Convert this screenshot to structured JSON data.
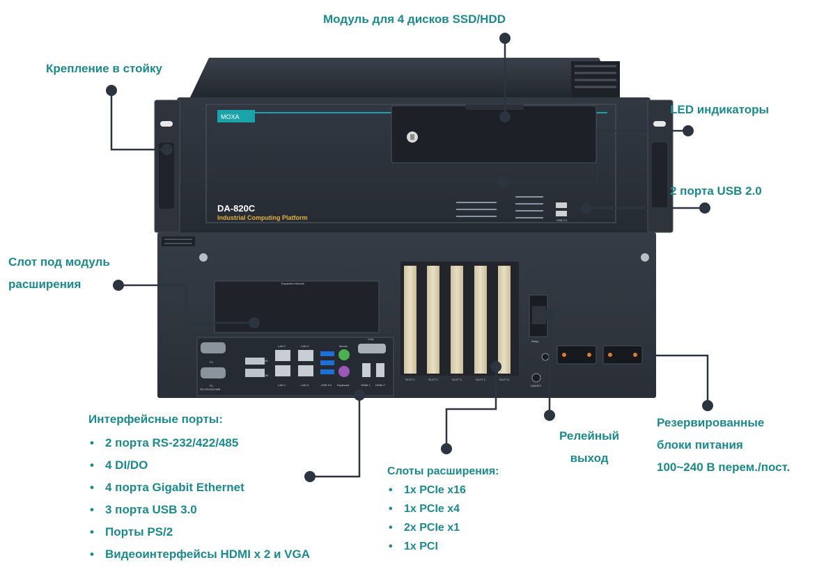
{
  "callouts": {
    "ssd_module": "Модуль для 4 дисков SSD/HDD",
    "rack_mount": "Крепление в стойку",
    "led": "LED индикаторы",
    "usb2": "2 порта USB 2.0",
    "exp_slot_line1": "Слот под модуль",
    "exp_slot_line2": "расширения",
    "relay_line1": "Релейный",
    "relay_line2": "выход",
    "psu_line1": "Резервированные",
    "psu_line2": "блоки питания",
    "psu_line3": "100~240 В перем./пост."
  },
  "interfaces": {
    "title": "Интерфейсные порты:",
    "items": [
      "2 порта RS-232/422/485",
      "4 DI/DO",
      "4 порта Gigabit Ethernet",
      "3 порта USB 3.0",
      "Порты PS/2",
      "Видеоинтерфейсы HDMI x 2 и VGA"
    ]
  },
  "slots": {
    "title": "Слоты расширения:",
    "items": [
      "1x PCIe x16",
      "1x PCIe x4",
      "2x PCIe x1",
      "1x PCI"
    ]
  },
  "device": {
    "brand": "MOXA",
    "model": "DA-820C",
    "subtitle": "Industrial Computing Platform",
    "expansion_module": "Expansion Module",
    "port_labels": {
      "p1": "P1",
      "p2": "P2",
      "serial": "RS-232/422/485",
      "lan1": "LAN 1",
      "lan2": "LAN 2",
      "lan3": "LAN 3",
      "lan4": "LAN 4",
      "usb30": "USB 3.0",
      "mouse": "Mouse",
      "keyboard": "Keyboard",
      "hdmi1": "HDMI 1",
      "hdmi2": "HDMI 2",
      "vga": "VGA",
      "com": "COM",
      "gnd": "GND",
      "slot1": "SLOT 1",
      "slot2": "SLOT 2",
      "slot3": "SLOT 3",
      "slot4": "SLOT 4",
      "slot5": "SLOT 5",
      "relay": "Relay",
      "onoff": "ON/OFF",
      "usb20": "USB 2.0"
    }
  },
  "colors": {
    "accent": "#1a8a8f",
    "chassis": "#2b3038",
    "leader": "#2c3440",
    "slot": "#d9cfb0"
  }
}
